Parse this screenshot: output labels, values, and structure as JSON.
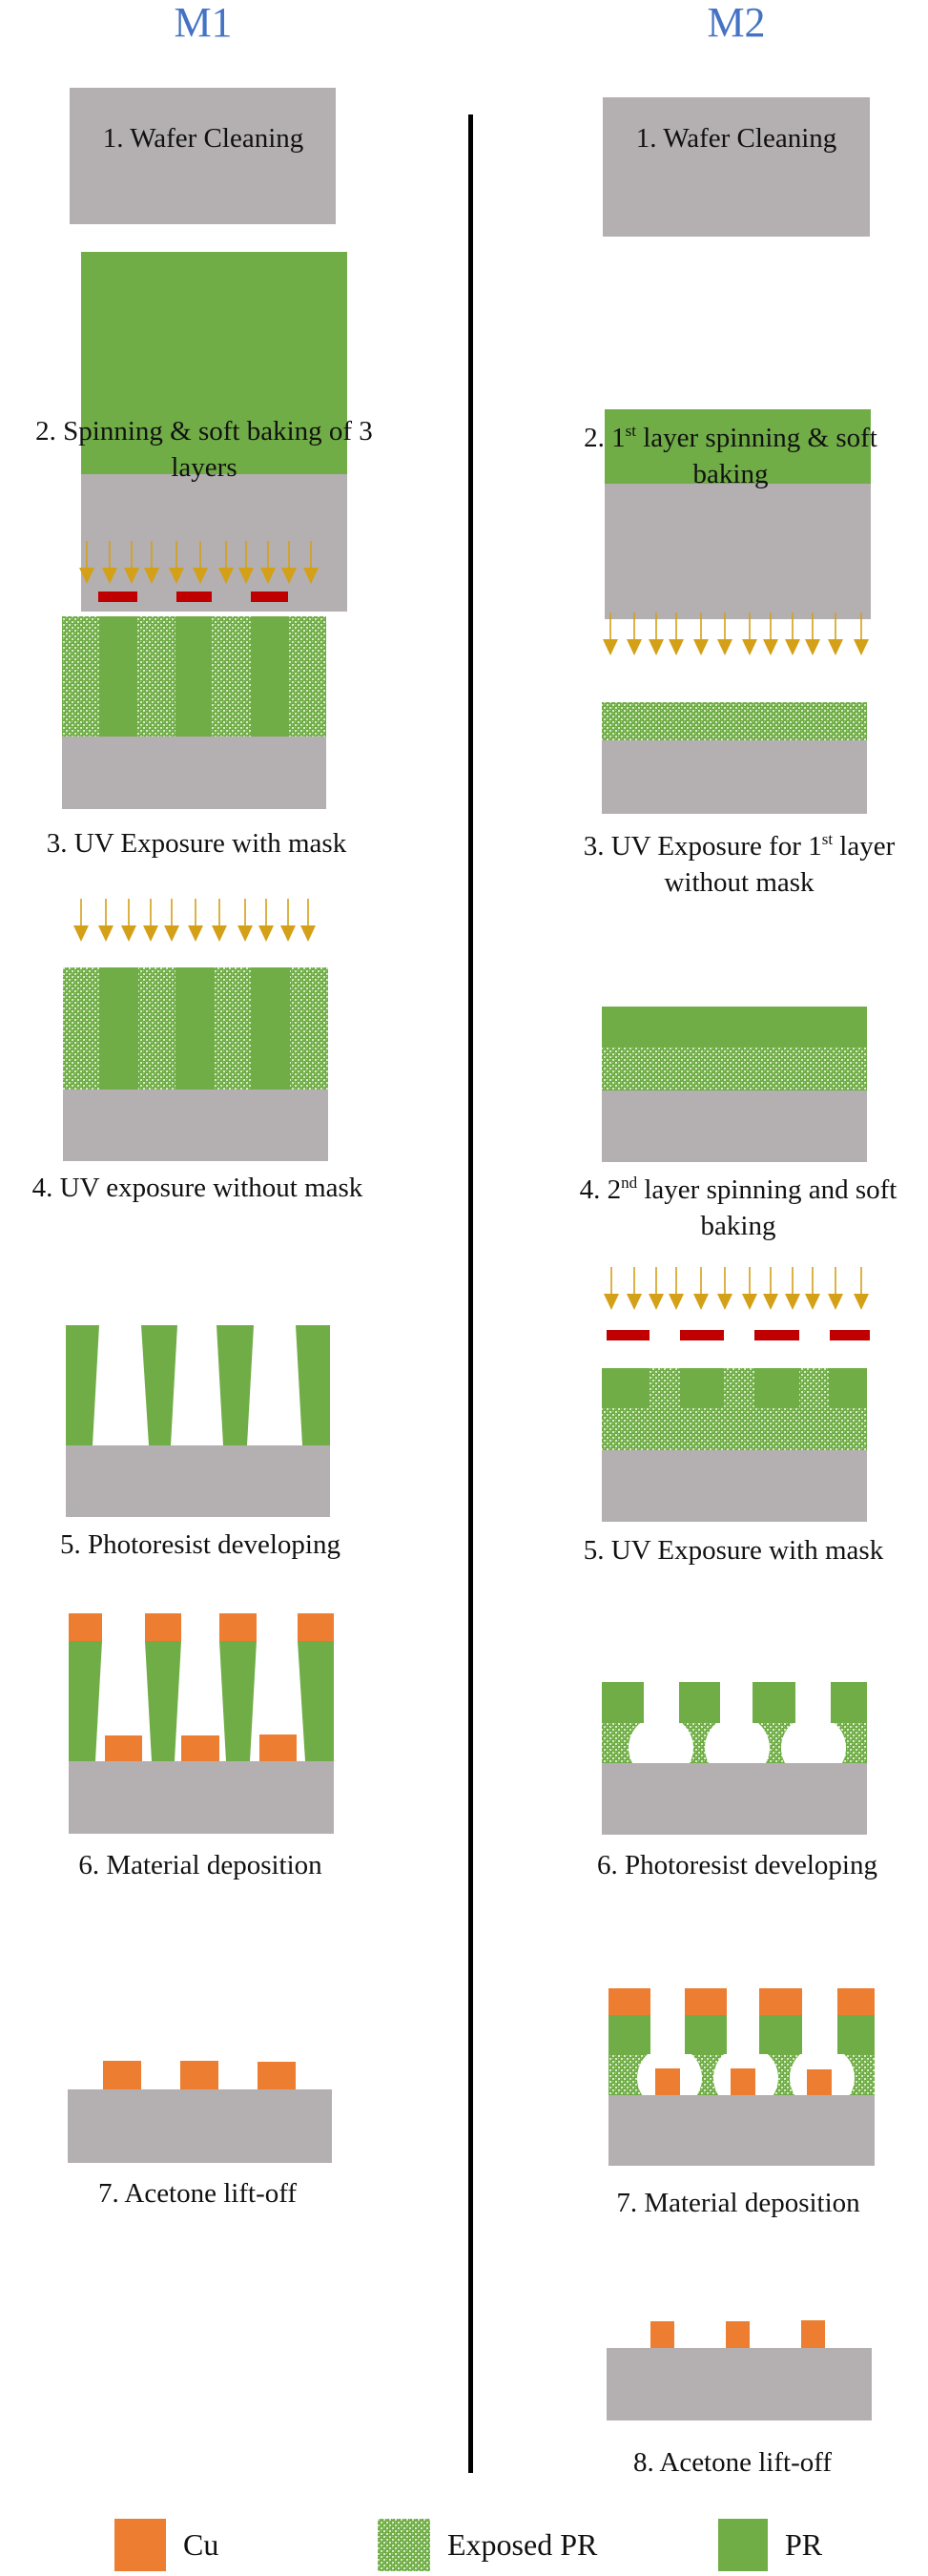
{
  "colors": {
    "wafer": "#b4afb1",
    "pr": "#70ad47",
    "exposed_bg": "#70ad47",
    "exposed_dot": "#d6ecc6",
    "cu": "#ed7d31",
    "mask": "#c00000",
    "uv_arrow": "#d4a017",
    "title": "#4472c4"
  },
  "columns": {
    "m1": {
      "title": "M1"
    },
    "m2": {
      "title": "M2"
    }
  },
  "m1_steps": [
    {
      "num": "1.",
      "text": "Wafer Cleaning"
    },
    {
      "num": "2.",
      "text": "Spinning & soft baking of 3",
      "text2": "layers"
    },
    {
      "num": "3.",
      "text": "UV Exposure with mask"
    },
    {
      "num": "4.",
      "text": "UV exposure without mask"
    },
    {
      "num": "5.",
      "text": "Photoresist developing"
    },
    {
      "num": "6.",
      "text": "Material deposition"
    },
    {
      "num": "7.",
      "text": "Acetone lift-off"
    }
  ],
  "m2_steps": [
    {
      "num": "1.",
      "text": "Wafer Cleaning"
    },
    {
      "num": "2.",
      "pre": "1",
      "sup": "st",
      "text": " layer spinning & soft",
      "text2": "baking"
    },
    {
      "num": "3.",
      "pre": "UV Exposure for 1",
      "sup": "st",
      "text": " layer",
      "text2": "without mask"
    },
    {
      "num": "4.",
      "pre": "2",
      "sup": "nd",
      "text": " layer spinning and soft",
      "text2": "baking"
    },
    {
      "num": "5.",
      "text": "UV Exposure with mask"
    },
    {
      "num": "6.",
      "text": "Photoresist developing"
    },
    {
      "num": "7.",
      "text": " Material deposition"
    },
    {
      "num": "8.",
      "text": "Acetone lift-off"
    }
  ],
  "legend": [
    {
      "label": "Cu",
      "type": "cu"
    },
    {
      "label": "Exposed PR",
      "type": "exposed"
    },
    {
      "label": "PR",
      "type": "pr"
    }
  ]
}
